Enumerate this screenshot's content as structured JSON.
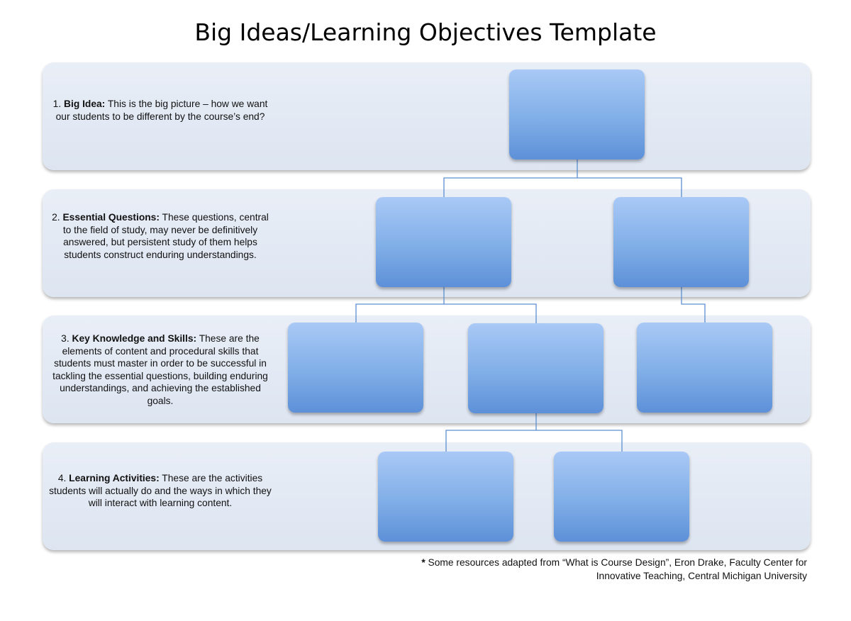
{
  "title": "Big Ideas/Learning Objectives Template",
  "rows": [
    {
      "num": "1.",
      "term": "Big Idea:",
      "desc": "This is the big picture – how we want our students to be different by the course’s end?"
    },
    {
      "num": "2.",
      "term": "Essential Questions:",
      "desc": "These questions, central to the field of study, may never be definitively answered, but persistent study of them helps students construct enduring understandings."
    },
    {
      "num": "3.",
      "term": "Key Knowledge and Skills:",
      "desc": "These are the elements of content and procedural skills that students must master in order to be successful in tackling the essential questions, building enduring understandings, and achieving the established goals."
    },
    {
      "num": "4.",
      "term": "Learning Activities:",
      "desc": "These are the activities students will actually do and the ways in which they will interact with learning content."
    }
  ],
  "footnote": {
    "star": "*",
    "line1": "Some resources adapted from “What is Course Design”, Eron Drake, Faculty Center for",
    "line2": "Innovative Teaching, Central Michigan University"
  },
  "colors": {
    "band_fill": "#e3e9f4",
    "node_top": "#a9c9f6",
    "node_bottom": "#5d90d8",
    "connector": "#5b8fcf"
  }
}
